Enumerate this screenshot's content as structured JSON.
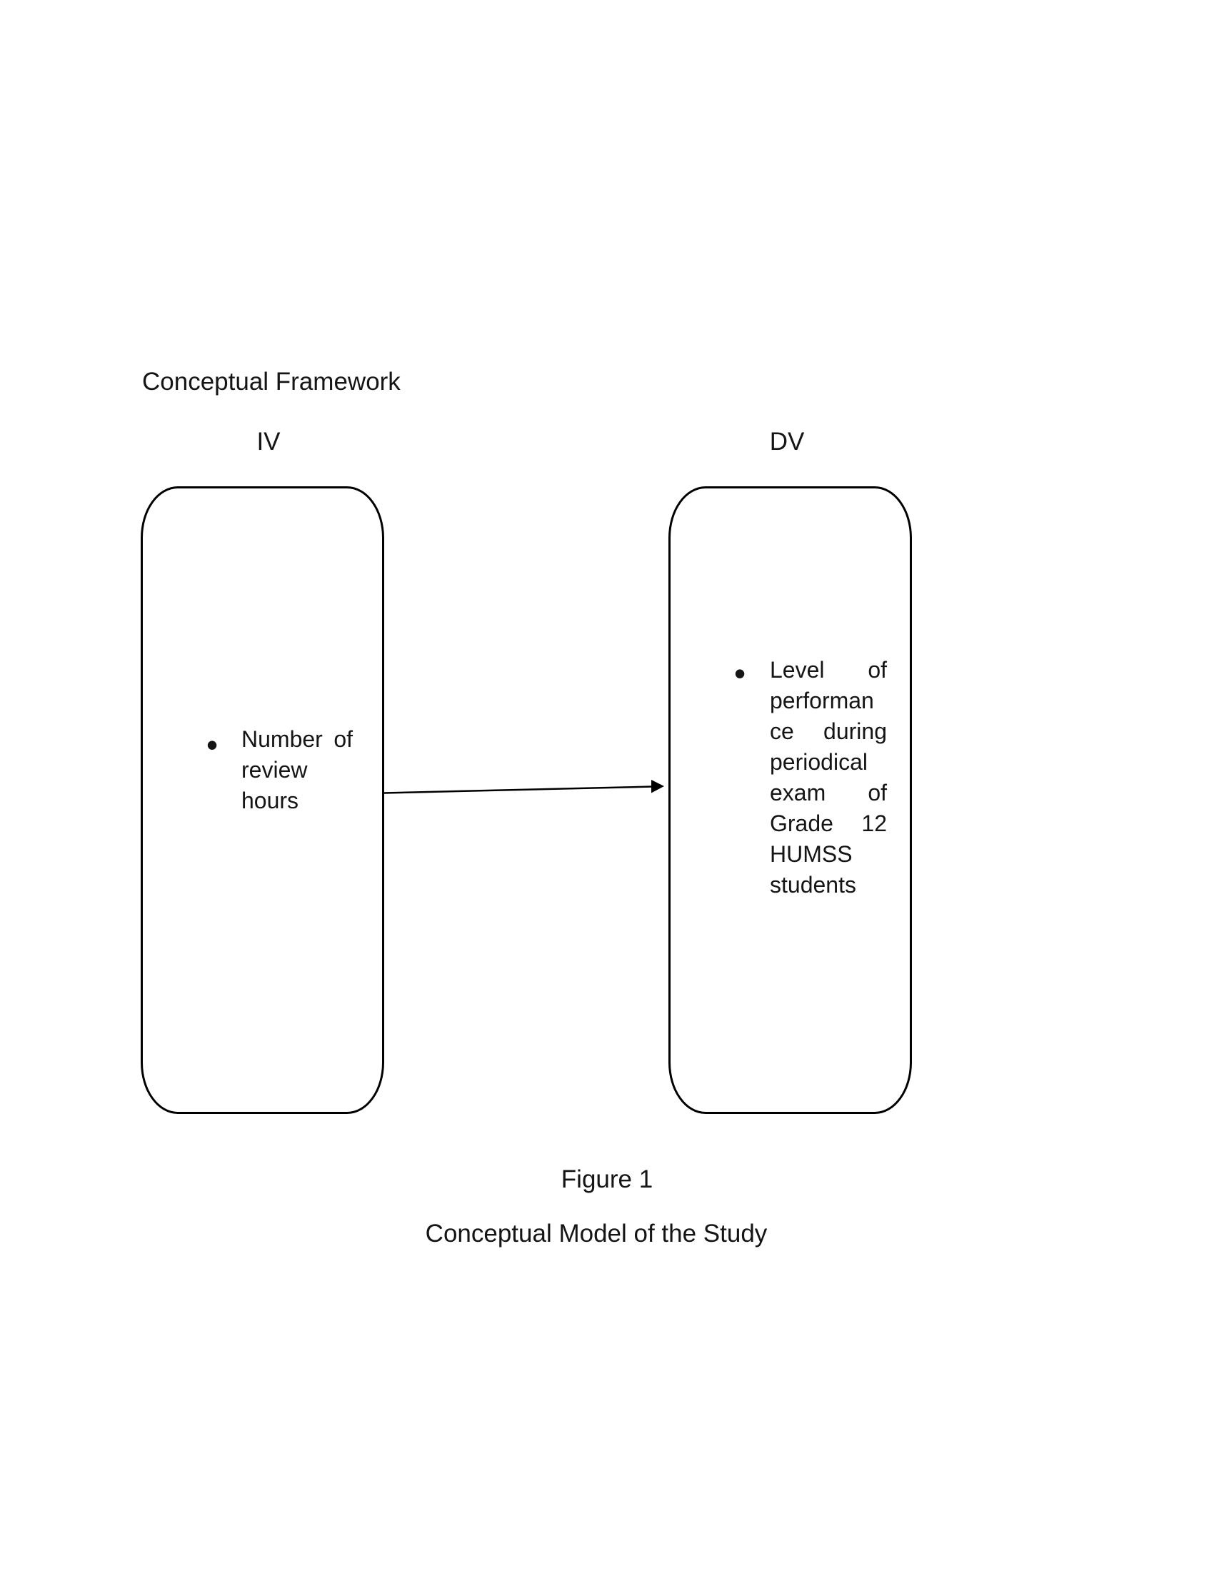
{
  "page": {
    "heading": "Conceptual Framework",
    "figure_number": "Figure 1",
    "figure_title": "Conceptual Model of the Study",
    "background_color": "#ffffff",
    "text_color": "#151515",
    "line_color": "#000000"
  },
  "diagram": {
    "iv": {
      "label": "IV",
      "bullet_glyph": "•",
      "item_text": "Number of review hours",
      "item_lines": [
        [
          "Number",
          "of"
        ],
        [
          "review"
        ],
        [
          "hours"
        ]
      ]
    },
    "dv": {
      "label": "DV",
      "bullet_glyph": "•",
      "item_text": "Level of performance during periodical exam of Grade 12 HUMSS students",
      "item_lines": [
        [
          "Level",
          "of"
        ],
        [
          "performan"
        ],
        [
          "ce",
          "during"
        ],
        [
          "periodical"
        ],
        [
          "exam",
          "of"
        ],
        [
          "Grade",
          "12"
        ],
        [
          "HUMSS"
        ],
        [
          "students"
        ]
      ]
    },
    "arrow": {
      "from": "IV",
      "to": "DV"
    }
  }
}
